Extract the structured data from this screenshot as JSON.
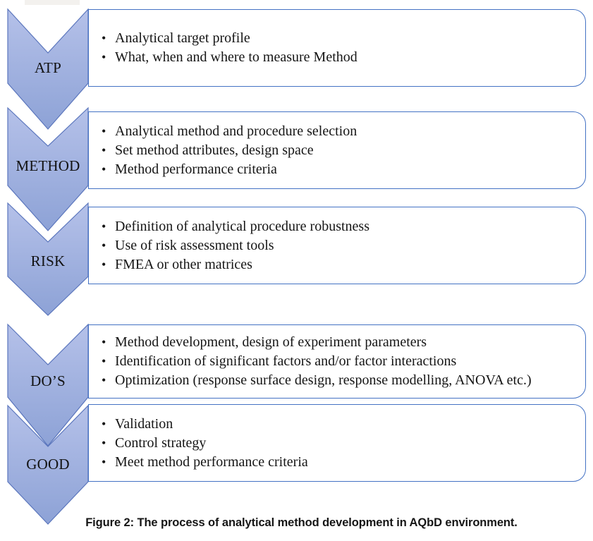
{
  "figure": {
    "caption": "Figure 2: The process of analytical method development in AQbD environment."
  },
  "colors": {
    "chevron_fill_top": "#b5c1e9",
    "chevron_fill_bottom": "#8da2d6",
    "chevron_border": "#5b76bd",
    "box_border": "#4472c4",
    "text": "#151515"
  },
  "steps": [
    {
      "label": "ATP",
      "bullets": [
        "Analytical target profile",
        "What, when and where to measure Method"
      ]
    },
    {
      "label": "METHOD",
      "bullets": [
        "Analytical method and procedure selection",
        "Set method attributes, design space",
        "Method performance criteria"
      ]
    },
    {
      "label": "RISK",
      "bullets": [
        "Definition of analytical procedure robustness",
        "Use of risk assessment tools",
        "FMEA or other matrices"
      ]
    },
    {
      "label": "DO’S",
      "bullets": [
        "Method development, design of experiment parameters",
        "Identification of significant factors and/or factor interactions",
        "Optimization (response surface design, response modelling, ANOVA etc.)"
      ]
    },
    {
      "label": "GOOD",
      "bullets": [
        "Validation",
        "Control strategy",
        "Meet method performance criteria"
      ]
    }
  ]
}
